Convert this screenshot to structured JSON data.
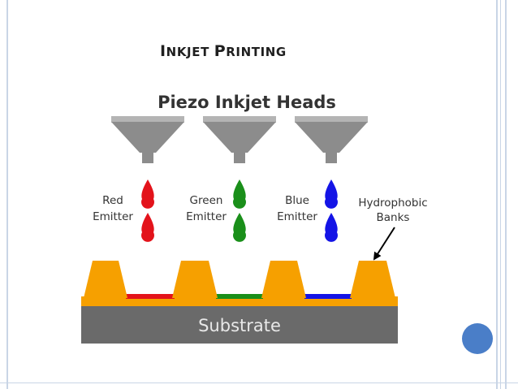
{
  "slide": {
    "title_parts": [
      {
        "cap": "I",
        "rest": "NKJET"
      },
      {
        "cap": "P",
        "rest": "RINTING"
      }
    ]
  },
  "diagram": {
    "heading": "Piezo Inkjet Heads",
    "emitters": [
      {
        "line1": "Red",
        "line2": "Emitter",
        "color": "#e3131b"
      },
      {
        "line1": "Green",
        "line2": "Emitter",
        "color": "#1a8f1a"
      },
      {
        "line1": "Blue",
        "line2": "Emitter",
        "color": "#1414e6"
      }
    ],
    "banks_label": {
      "line1": "Hydrophobic",
      "line2": "Banks"
    },
    "substrate_label": "Substrate",
    "colors": {
      "head": "#8c8c8c",
      "head_top": "#b4b4b4",
      "bank": "#f6a000",
      "substrate": "#6a6a6a",
      "frame": "#c9d5e6",
      "accent_circle": "#4a7ec8"
    }
  }
}
